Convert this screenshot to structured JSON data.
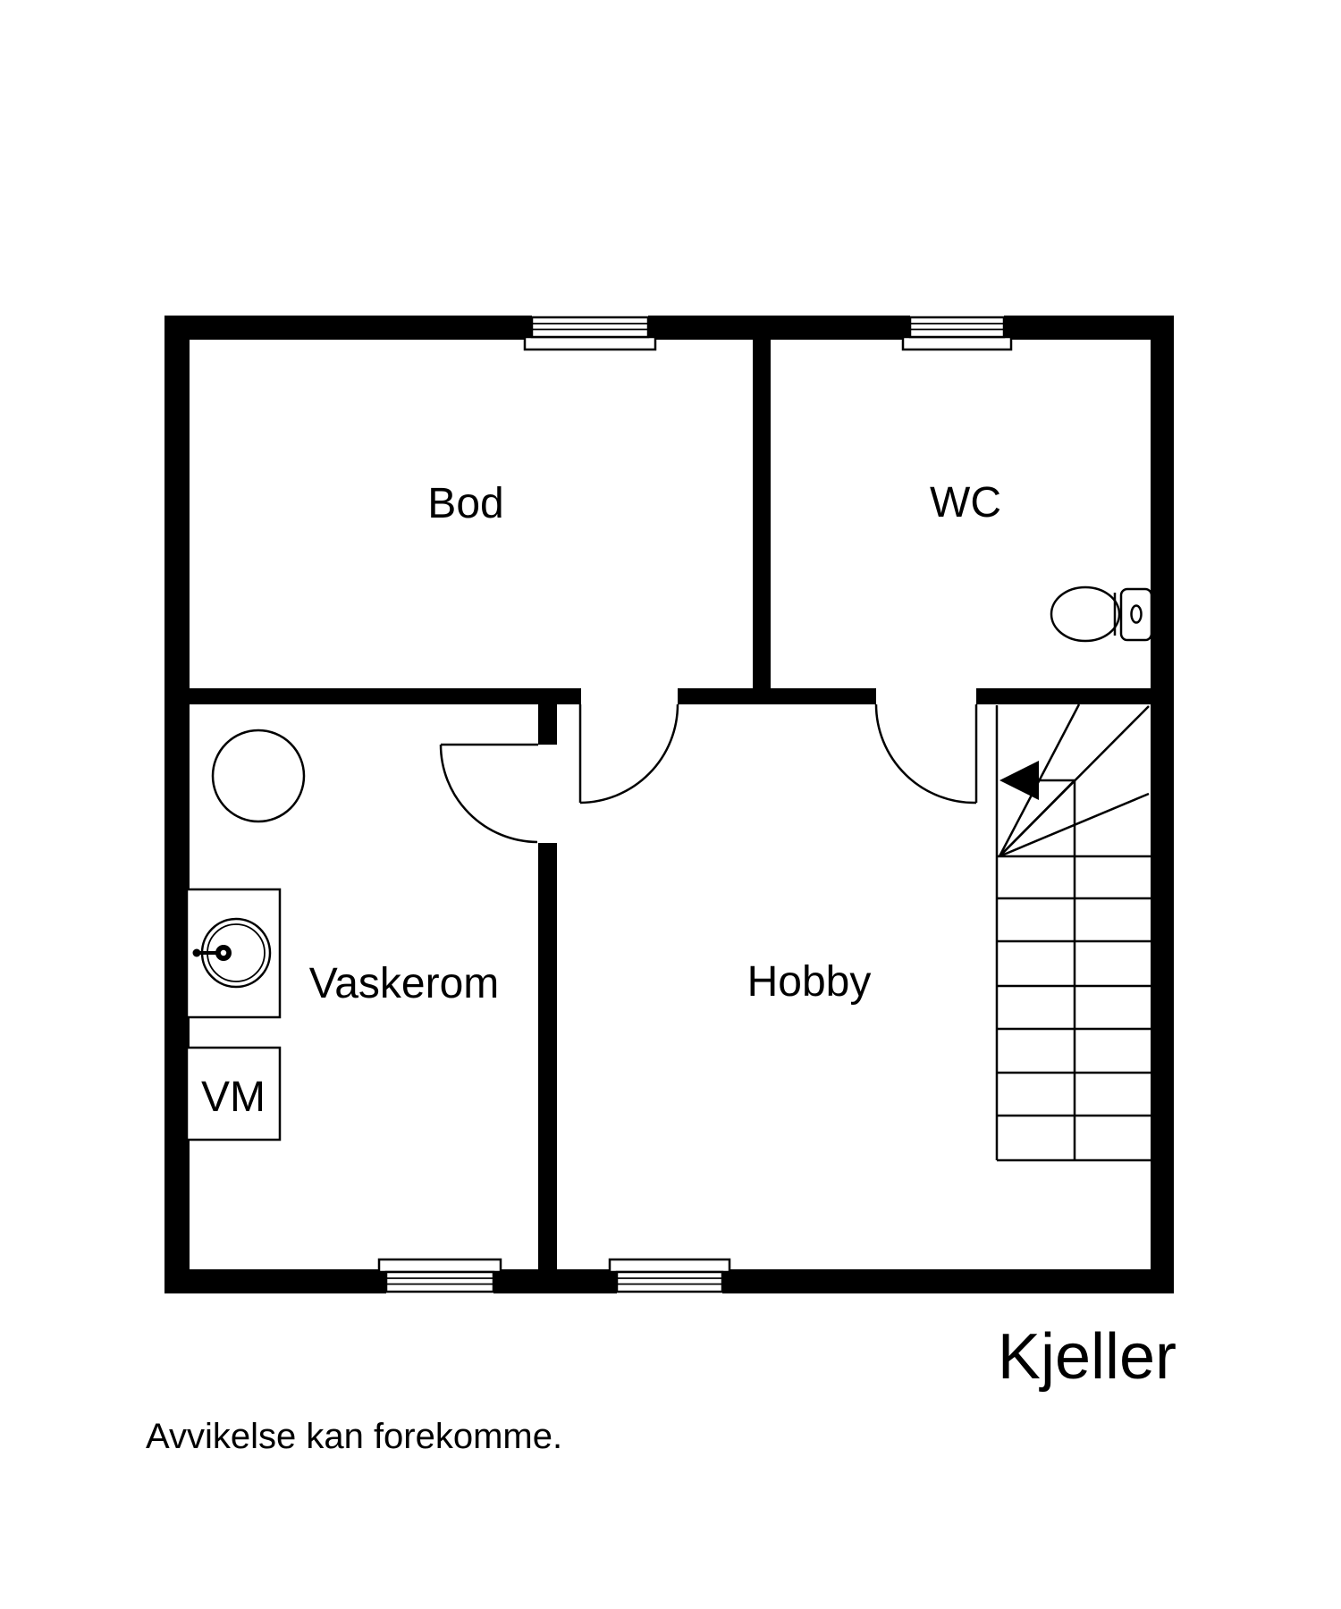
{
  "title": "Kjeller",
  "disclaimer": "Avvikelse kan forekomme.",
  "rooms": [
    {
      "id": "bod",
      "label": "Bod"
    },
    {
      "id": "wc",
      "label": "WC"
    },
    {
      "id": "vaskerom",
      "label": "Vaskerom"
    },
    {
      "id": "hobby",
      "label": "Hobby"
    }
  ],
  "appliances": [
    {
      "id": "washing-machine",
      "label": "VM"
    }
  ],
  "icons": {
    "toilet": "toilet-icon",
    "sink": "sink-icon",
    "water_heater": "water-heater-icon",
    "washing_machine": "washing-machine-icon",
    "stair_arrow": "stair-direction-arrow",
    "windows": "window-symbol",
    "doors": "door-swing"
  },
  "colors": {
    "wall": "#000000",
    "background": "#ffffff",
    "line": "#000000",
    "text": "#000000"
  }
}
